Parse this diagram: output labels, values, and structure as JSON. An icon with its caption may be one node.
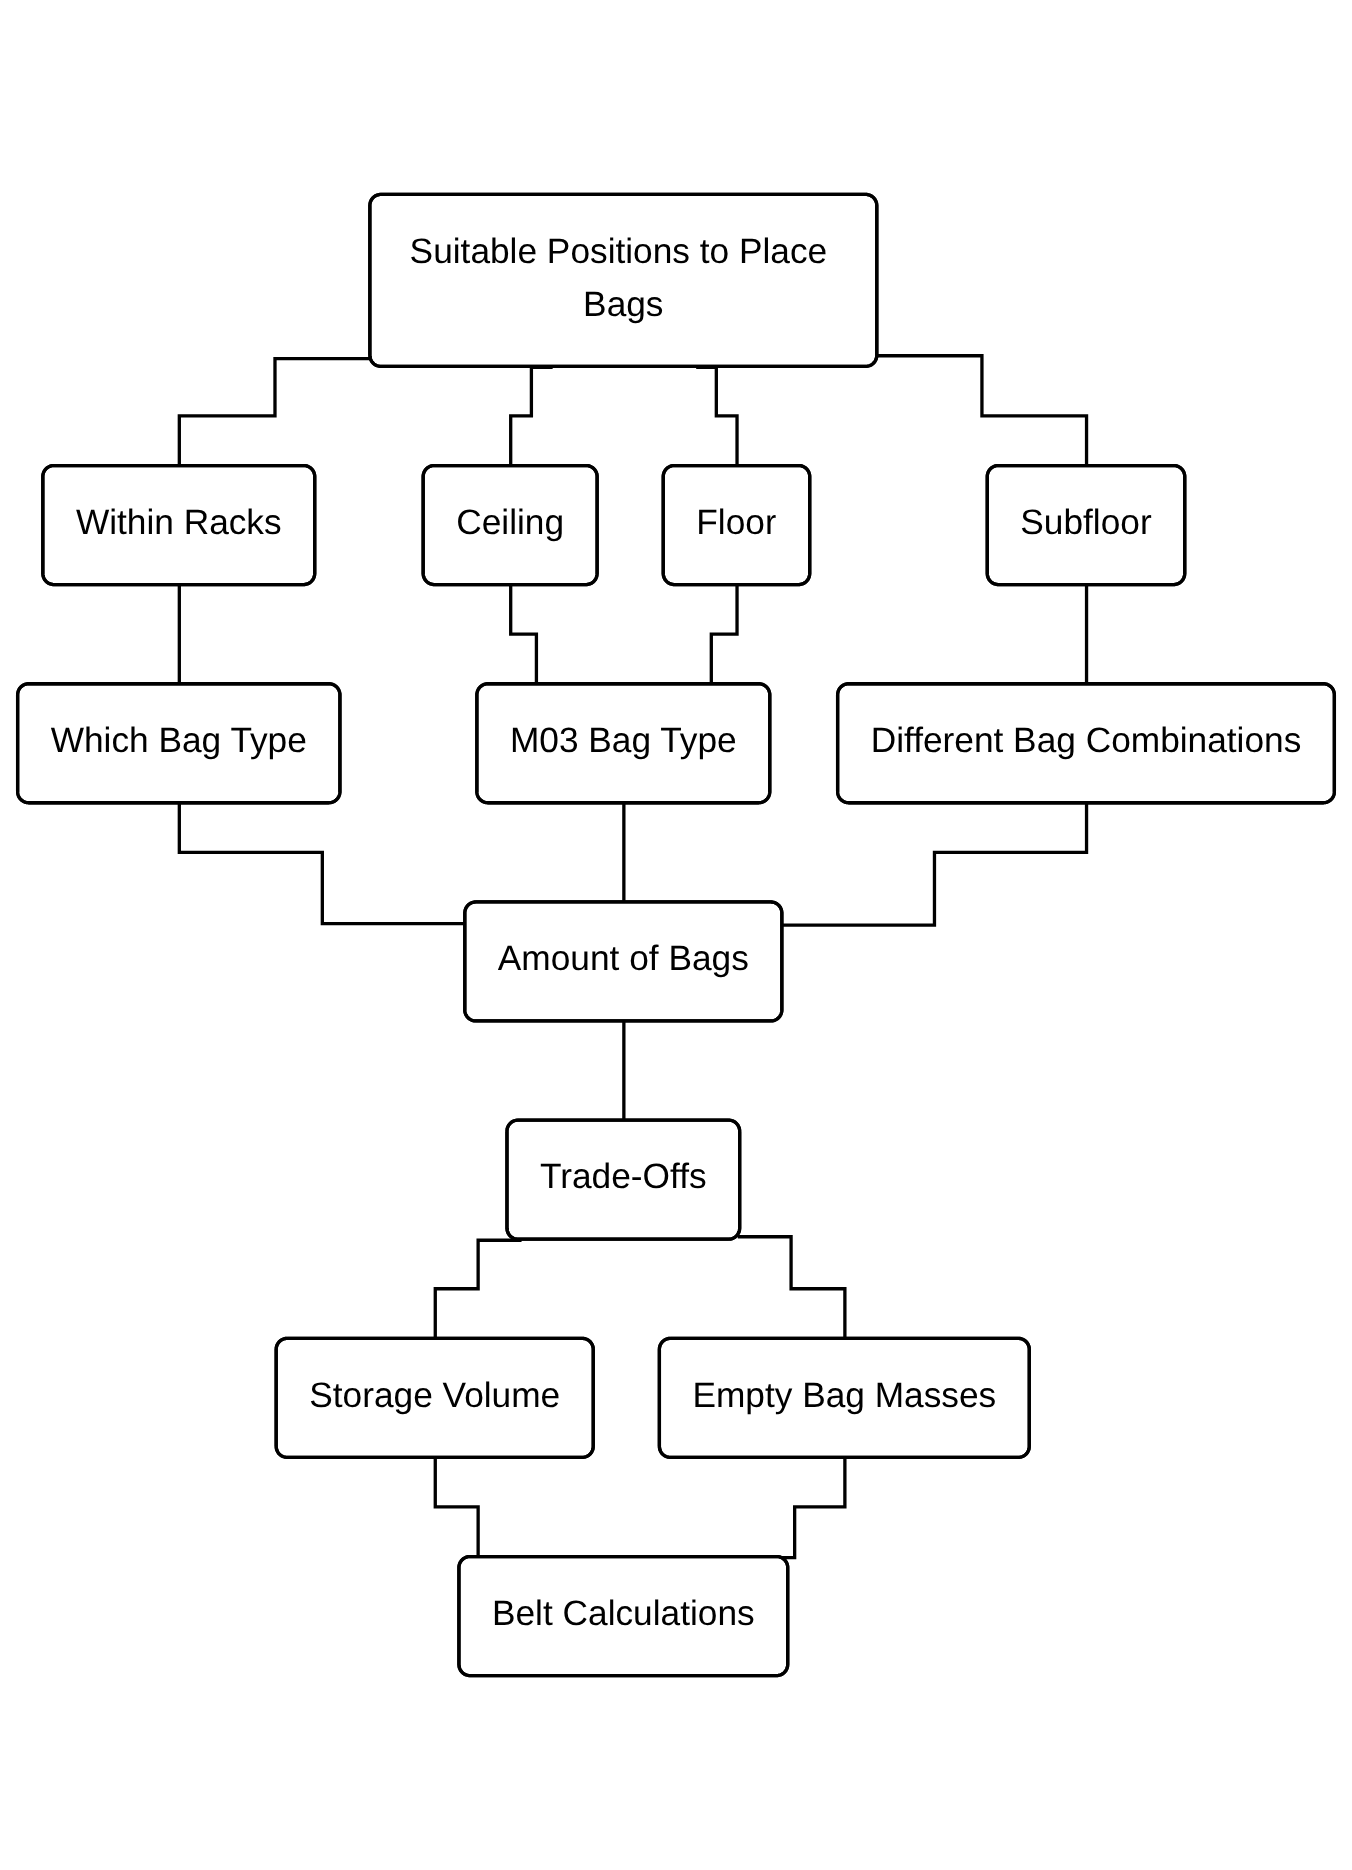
{
  "diagram": {
    "nodes": [
      {
        "text": [
          "Suitable Positions to Place Bags"
        ]
      },
      {
        "text": [
          "Within Racks"
        ]
      },
      {
        "text": [
          "Ceiling"
        ]
      },
      {
        "text": [
          "Floor"
        ]
      },
      {
        "text": [
          "Subfloor"
        ]
      },
      {
        "text": [
          "Which Bag Type"
        ]
      },
      {
        "text": [
          "M03 Bag Type"
        ]
      },
      {
        "text": [
          "Different Bag Combinations"
        ]
      },
      {
        "text": [
          "Amount of Bags"
        ]
      },
      {
        "text": [
          "Trade-Offs"
        ]
      },
      {
        "text": [
          "Storage Volume"
        ]
      },
      {
        "text": [
          "Empty Bag Masses"
        ]
      },
      {
        "text": [
          "Belt Calculations"
        ]
      }
    ],
    "edges": [
      {
        "from": 0,
        "to": 1,
        "arrow": "none"
      },
      {
        "from": 0,
        "to": 2,
        "arrow": "none"
      },
      {
        "from": 0,
        "to": 3,
        "arrow": "none"
      },
      {
        "from": 0,
        "to": 4,
        "arrow": "none"
      },
      {
        "from": 1,
        "to": 5,
        "arrow": "none"
      },
      {
        "from": 2,
        "to": 6,
        "arrow": "none"
      },
      {
        "from": 3,
        "to": 6,
        "arrow": "none"
      },
      {
        "from": 4,
        "to": 7,
        "arrow": "none"
      },
      {
        "from": 5,
        "to": 8,
        "arrow": "none"
      },
      {
        "from": 6,
        "to": 8,
        "arrow": "none"
      },
      {
        "from": 7,
        "to": 8,
        "arrow": "none"
      },
      {
        "from": 8,
        "to": 9,
        "arrow": "none"
      },
      {
        "from": 9,
        "to": 10,
        "arrow": "none"
      },
      {
        "from": 9,
        "to": 11,
        "arrow": "none"
      },
      {
        "from": 10,
        "to": 12,
        "arrow": "none"
      },
      {
        "from": 11,
        "to": 12,
        "arrow": "none"
      }
    ]
  }
}
